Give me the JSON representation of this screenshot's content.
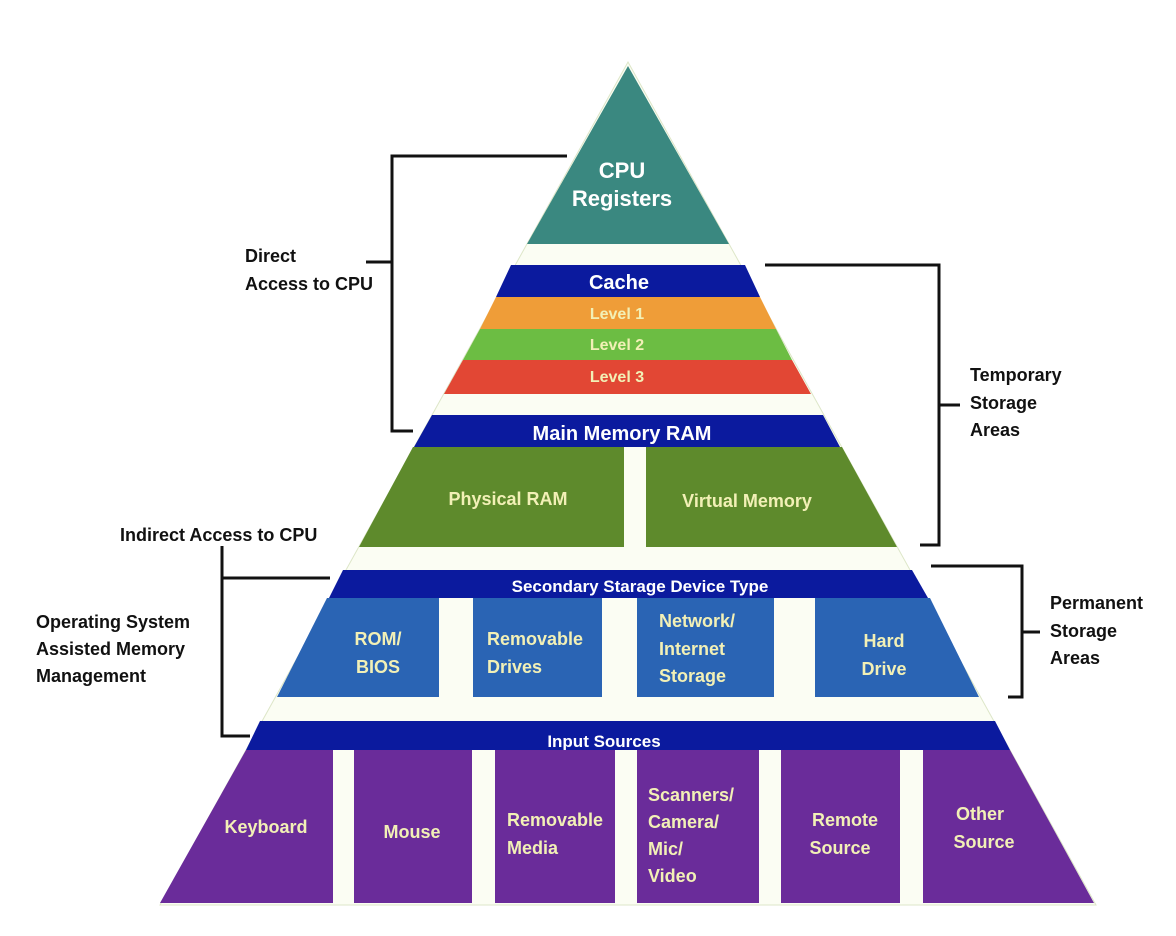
{
  "colors": {
    "teal": "#3a8880",
    "navy": "#0b1a9e",
    "orange": "#ef9d38",
    "green": "#6cbd43",
    "red": "#e24734",
    "olive": "#5e8a2c",
    "blue": "#2a64b4",
    "purple": "#6a2c9a"
  },
  "top": {
    "line1": "CPU",
    "line2": "Registers"
  },
  "cache": {
    "title": "Cache",
    "levels": [
      "Level 1",
      "Level 2",
      "Level 3"
    ]
  },
  "main_memory": {
    "title": "Main Memory RAM",
    "items": [
      "Physical RAM",
      "Virtual Memory"
    ]
  },
  "secondary": {
    "title": "Secondary Starage Device Type",
    "items": [
      {
        "lines": [
          "ROM/",
          "BIOS"
        ]
      },
      {
        "lines": [
          "Removable",
          "Drives"
        ]
      },
      {
        "lines": [
          "Network/",
          "Internet",
          "Storage"
        ]
      },
      {
        "lines": [
          "Hard",
          "Drive"
        ]
      }
    ]
  },
  "inputs": {
    "title": "Input Sources",
    "items": [
      {
        "lines": [
          "Keyboard"
        ]
      },
      {
        "lines": [
          "Mouse"
        ]
      },
      {
        "lines": [
          "Removable",
          "Media"
        ]
      },
      {
        "lines": [
          "Scanners/",
          "Camera/",
          "Mic/",
          "Video"
        ]
      },
      {
        "lines": [
          "Remote",
          "Source"
        ]
      },
      {
        "lines": [
          "Other",
          "Source"
        ]
      }
    ]
  },
  "annotations": {
    "direct": [
      "Direct",
      "Access to CPU"
    ],
    "indirect": [
      "Indirect Access to CPU"
    ],
    "os": [
      "Operating System",
      "Assisted Memory",
      "Management"
    ],
    "temporary": [
      "Temporary",
      "Storage",
      "Areas"
    ],
    "permanent": [
      "Permanent",
      "Storage",
      "Areas"
    ]
  }
}
